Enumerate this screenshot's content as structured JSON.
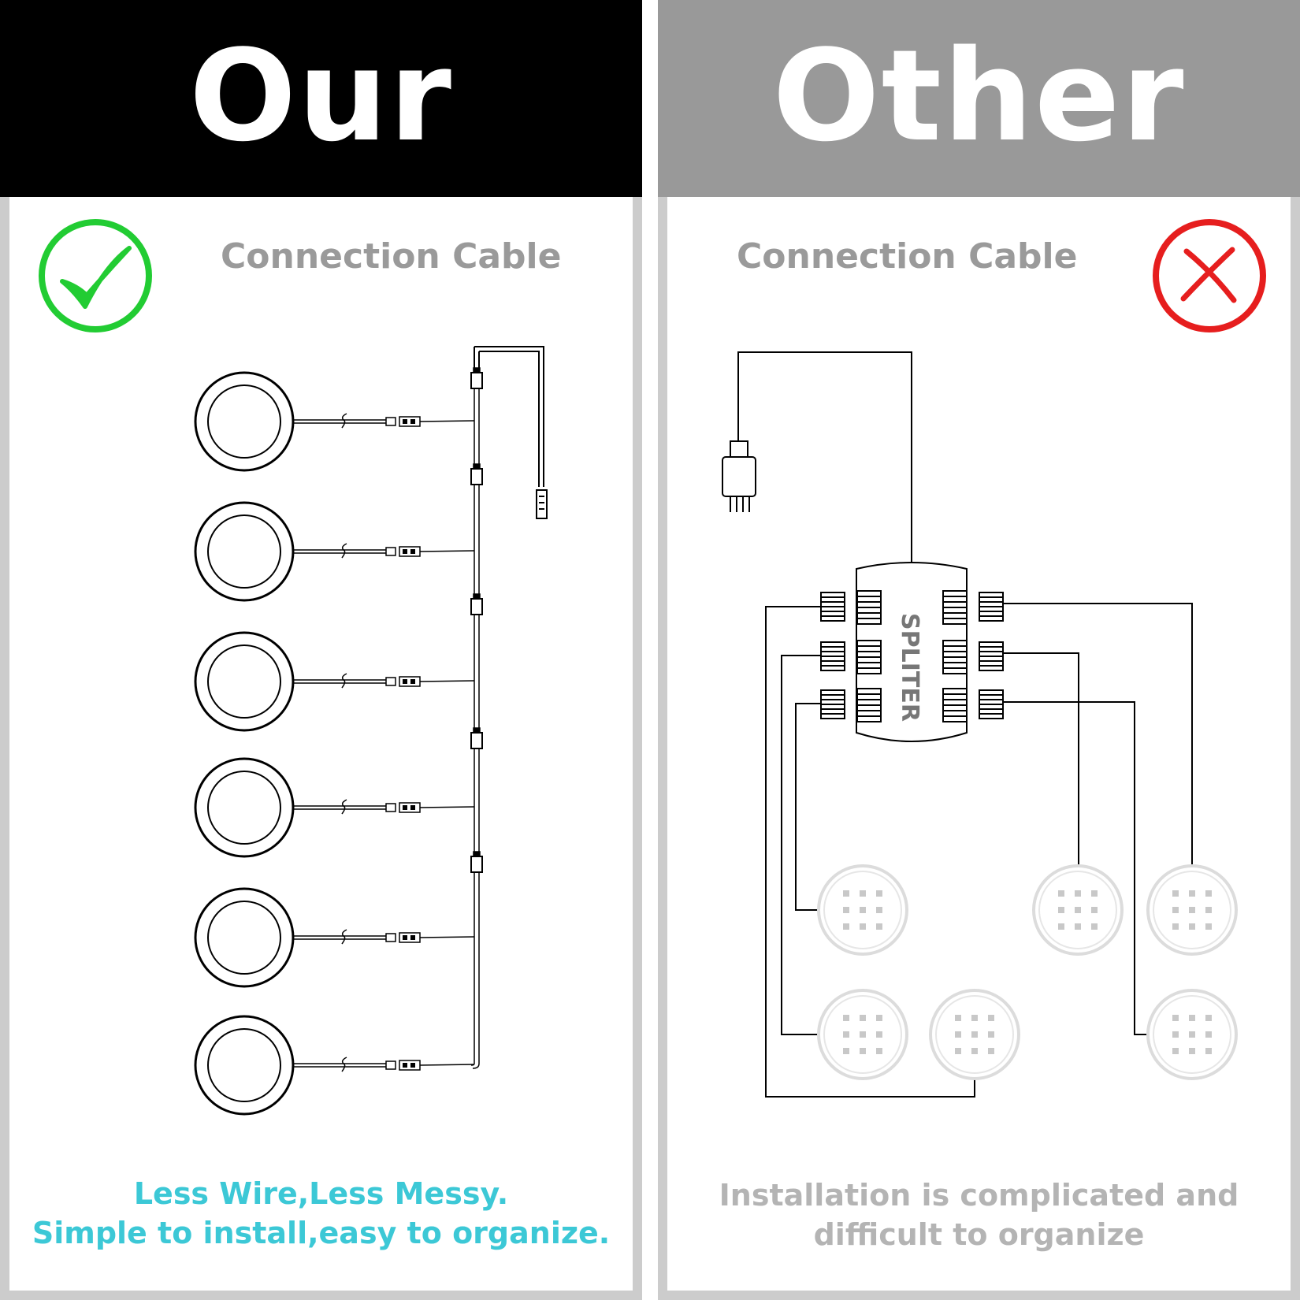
{
  "left_panel": {
    "header": "Our",
    "subtitle": "Connection Cable",
    "caption_line1": "Less Wire,Less Messy.",
    "caption_line2": "Simple to install,easy to organize."
  },
  "right_panel": {
    "header": "Other",
    "subtitle": "Connection Cable",
    "splitter_label": "SPLITER",
    "caption_line1": "Installation is complicated and",
    "caption_line2": "difficult to organize"
  },
  "icons": {
    "check": "check-mark-icon",
    "cross": "x-mark-icon"
  },
  "colors": {
    "our_banner": "#000000",
    "other_banner": "#999999",
    "frame": "#cccccc",
    "subtitle": "#9a9a9a",
    "caption_good": "#3cc8d6",
    "caption_bad": "#b4b4b4",
    "check": "#22cc33",
    "cross": "#e61e1e"
  }
}
